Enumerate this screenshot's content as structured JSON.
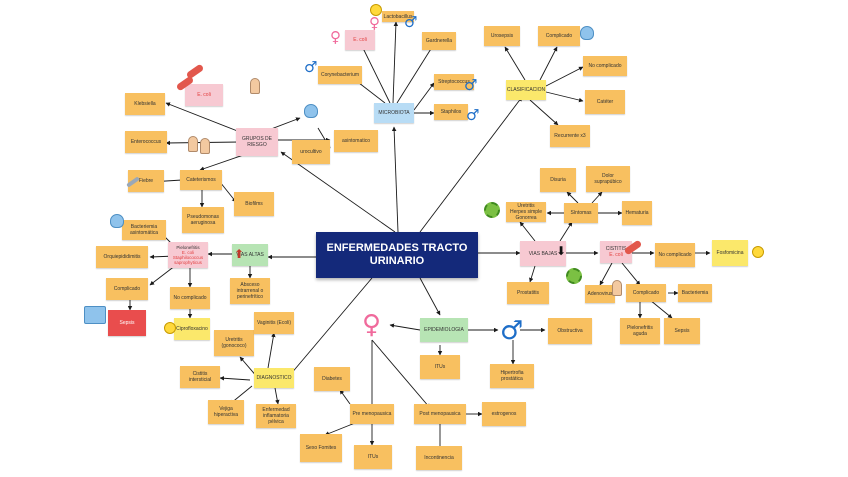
{
  "central": "ENFERMEDADES TRACTO URINARIO",
  "labels": {
    "lactobacillus": "Lactobacillus",
    "e_coli": "E. coli",
    "gardnerella": "Gardnerella",
    "corynebacterium": "Corynebacterium",
    "microbiota": "MICROBIOTA",
    "streptococcus": "Streptococcus",
    "staphylococcus": "Staphilos",
    "urosepsis": "Urosepsis",
    "complicado": "Complicado",
    "no_complicado": "No complicado",
    "clasificacion": "CLASIFICACION",
    "cateter": "Catéter",
    "recurrente": "Recurrente x3",
    "klebsiella": "Klebsiella",
    "e_coli2": "E. coli",
    "enterococcus": "Enterococcus",
    "grupos_riesgo": "GRUPOS DE RIESGO",
    "urocultivo": "urocultivo",
    "asintomatico": "asintomatico",
    "fiebre": "Fiebre",
    "cateterismos": "Cateterismos",
    "biofilms": "Biofilms",
    "pseudomonas": "Pseudomonas aeruginosa",
    "disuria": "Disuria",
    "dolor_suprapubico": "Dolor suprapúbico",
    "uretritis": "Uretritis",
    "herpes": "Herpes simple",
    "gonorrea": "Gonorrea",
    "sintomas": "Síntomas",
    "hematuria": "Hematuria",
    "vias_bajas": "VIAS BAJAS",
    "cistitis": "CISTITIS",
    "cistitis_sub": "E. coli",
    "no_complicado2": "No complicado",
    "fosfomicina": "Fosfomicina",
    "bacteriemia": "Bacteriemia asintomática",
    "pielonefritis": "Pielonefritis",
    "pielonefritis_sub1": "E. coli",
    "pielonefritis_sub2": "Staphilococcus saprophyticus",
    "vias_altas": "VIAS ALTAS",
    "orquiepididimitis": "Orquiepididimitis",
    "absceso": "Absceso intrarrenal o perinefrítico",
    "complicado2": "Complicado",
    "no_complicado3": "No complicado",
    "sepsis": "Sepsis",
    "ciprofloxacino": "Ciprofloxacino",
    "prostatitis": "Prostatitis",
    "adenovirus": "Adenovirus",
    "complicado3": "Complicado",
    "bacteriemia2": "Bacteriemia",
    "pielonefritis_aguda": "Pielonefritis aguda",
    "sepsis2": "Sepsis",
    "uretritis_gonoc": "Uretritis (gonococo)",
    "vaginitis": "Vaginitis (Ecoli)",
    "epidemiologia": "EPIDEMIOLOGIA",
    "obstructiva": "Obstructiva",
    "cistitis_intersticial": "Cistitis intersticial",
    "diagnostico": "DIAGNOSTICO",
    "vejiga": "Vejiga hiperactiva",
    "enfermedad_pelvica": "Enfermedad inflamatoria pélvica",
    "diabetes": "Diabetes",
    "itus": "ITUs",
    "hipertrofia": "Hipertrofia prostática",
    "pre_menopausica": "Pre menopausica",
    "post_menopausica": "Post menopausica",
    "estrogenos": "estrogenos",
    "sexo_fomites": "Sexo Fomites",
    "itus2": "ITUs",
    "incontinencia": "Incontinencia"
  }
}
